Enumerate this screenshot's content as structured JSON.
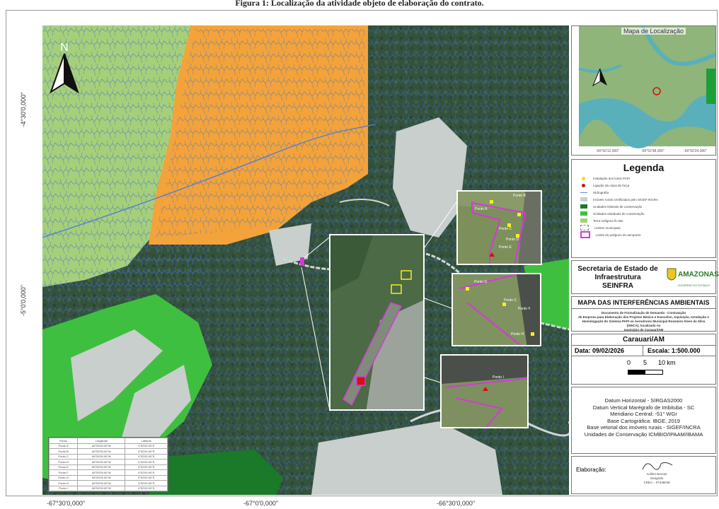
{
  "figure_caption": "Figura 1: Localização da atividade objeto de elaboração do contrato.",
  "main_map": {
    "north_arrow": "N",
    "coords_y": [
      "-4°30'0,000\"",
      "-5°0'0,000\""
    ],
    "coords_x": [
      "-67°30'0,000\"",
      "-67°0'0,000\"",
      "-66°30'0,000\""
    ]
  },
  "location_map": {
    "title": "Mapa de Localização",
    "north_arrow": "N",
    "coords_x": [
      "-66°50'12,000\"",
      "-66°52'48,000\"",
      "-66°50'24,000\""
    ]
  },
  "legend": {
    "title": "Legenda",
    "items": [
      {
        "label": "Instalação dos lumis PAPI",
        "color": "#e8e020"
      },
      {
        "label": "Ligação da caixa de força",
        "color": "#d41010"
      },
      {
        "label": "Hidrografia",
        "color": "#5a8fe0"
      },
      {
        "label": "Imóveis rurais certificados pelo SIGEF-INCRA",
        "color": "#c8cfcc"
      },
      {
        "label": "Unidades federais de conservação",
        "color": "#1a7a2a"
      },
      {
        "label": "Unidades estaduais de conservação",
        "color": "#3fbf3f"
      },
      {
        "label": "Terra indígena fio Bie",
        "color": "#a6cf7a"
      },
      {
        "label": "Limites municipais",
        "color": "#dddddd"
      },
      {
        "label": "Limite do polígono do aeroporto",
        "color": "#d23ad8"
      }
    ]
  },
  "institution": {
    "line1": "Secretaria de Estado de",
    "line2": "Infraestrutura",
    "line3": "SEINFRA",
    "logo_text": "AMAZONAS",
    "logo_subtext": "GOVERNO DO ESTADO"
  },
  "map_title": "MAPA DAS INTERFERÊNCIAS AMBIENTAIS",
  "document": {
    "line1": "Documento de Formalização de Demanda - Contratação",
    "line2": "de Empresa para Elaboração dos Projetos Básico e Executivo, Aquisição, Instalação e",
    "line3": "Homologação do Sistema PAPI no Aerodromo Municipal Rosemiro Alves da Silva",
    "line4": "(SWCA), localizado no",
    "line5": "município de Carauari/AM"
  },
  "place": "Carauari/AM",
  "date": "Data: 09/02/2026",
  "scale": "Escala: 1:500.000",
  "scale_bar": {
    "tick0": "0",
    "tick1": "5",
    "tick2": "10 km"
  },
  "datum": {
    "line1": "Datum Horizontal - SIRGAS2000",
    "line2": "Datum Vertical Marégrafo de Imbituba - SC",
    "line3": "Meridiano Central: -51° WGr",
    "line4": "Base Cartográfica: IBGE, 2019",
    "line5": "Base vetorial dos imóveis rurais - SIGEF/INCRA",
    "line6": "Unidades de Conservação ICMBIO/IPAAM/IBAMA"
  },
  "elaboration": {
    "label": "Elaboração:",
    "name": "Achilei Necran",
    "role": "Geógrafo",
    "reg": "CREA – 0744BAM"
  },
  "callouts": {
    "c1": [
      "Ponto A",
      "Ponto B",
      "Ponto C",
      "Ponto D",
      "Ponto E"
    ],
    "c2": [
      "Ponto G",
      "Ponto F",
      "Ponto C",
      "Ponto H"
    ],
    "c3": [
      "Ponto I"
    ]
  },
  "points_table": {
    "headers": [
      "Ponto",
      "Longitude",
      "Latitude"
    ],
    "rows": [
      [
        "Ponto A",
        "66°53'00.00\"W",
        "4°52'00.00\"S"
      ],
      [
        "Ponto B",
        "66°53'00.00\"W",
        "4°52'00.00\"S"
      ],
      [
        "Ponto C",
        "66°53'00.00\"W",
        "4°52'00.00\"S"
      ],
      [
        "Ponto D",
        "66°53'00.00\"W",
        "4°52'00.00\"S"
      ],
      [
        "Ponto E",
        "66°53'00.00\"W",
        "4°52'00.00\"S"
      ],
      [
        "Ponto F",
        "66°53'00.00\"W",
        "4°52'00.00\"S"
      ],
      [
        "Ponto G",
        "66°53'00.00\"W",
        "4°52'00.00\"S"
      ],
      [
        "Ponto H",
        "66°53'00.00\"W",
        "4°52'00.00\"S"
      ],
      [
        "Ponto I",
        "66°53'00.00\"W",
        "4°52'00.00\"S"
      ]
    ]
  }
}
